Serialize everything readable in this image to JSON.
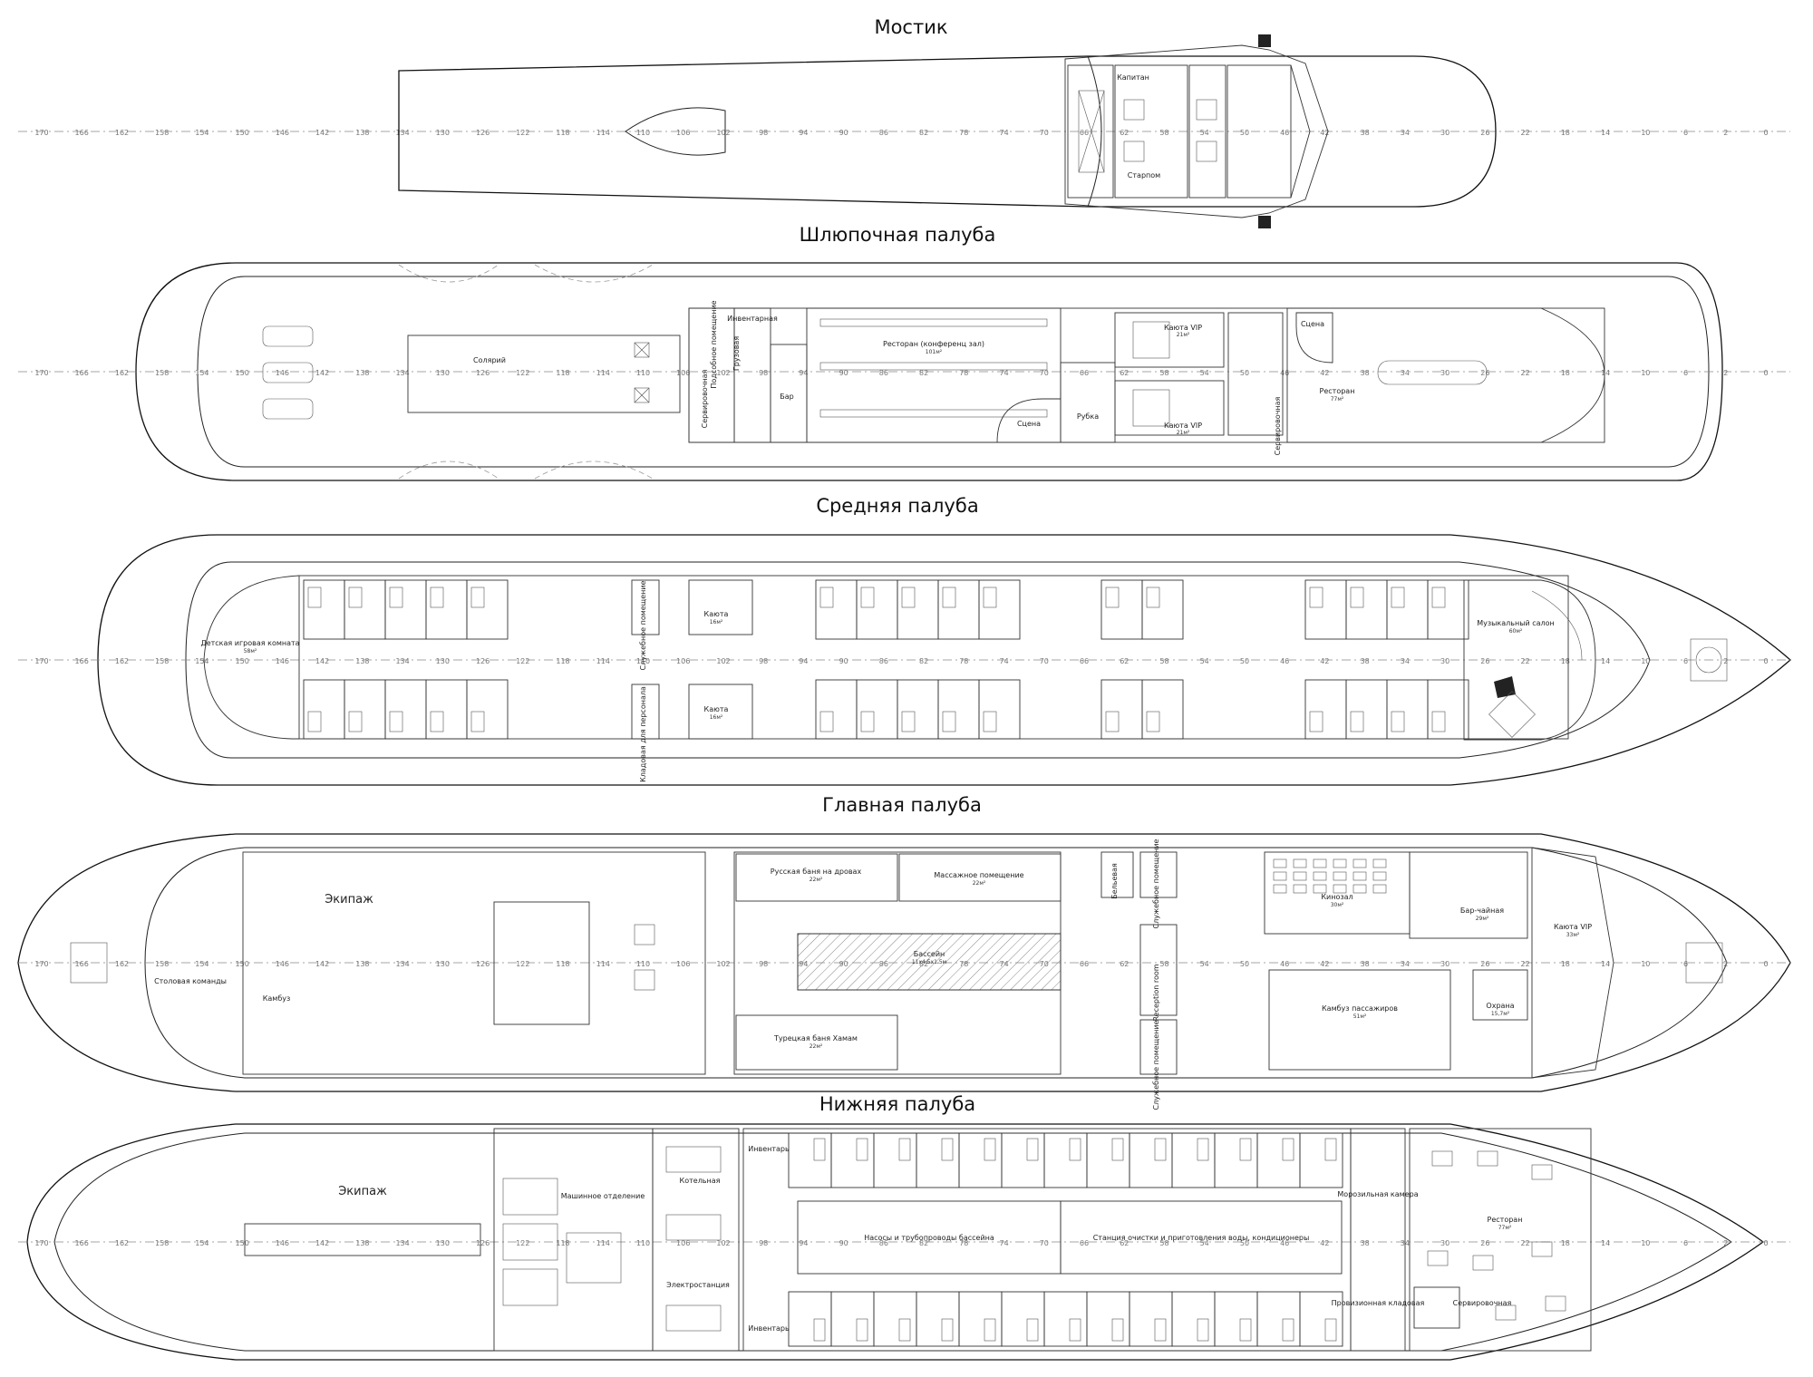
{
  "decks": [
    {
      "id": "bridge",
      "title": "Мостик",
      "rooms": [
        {
          "label": "Капитан"
        },
        {
          "label": "Старпом"
        }
      ]
    },
    {
      "id": "boat",
      "title": "Шлюпочная палуба",
      "rooms": [
        {
          "label": "Солярий"
        },
        {
          "label": "Инвентарная"
        },
        {
          "label": "Подсобное помещение"
        },
        {
          "label": "Грузовая"
        },
        {
          "label": "Сервировочная"
        },
        {
          "label": "Бар"
        },
        {
          "label": "Ресторан (конференц зал)",
          "area": "101м²"
        },
        {
          "label": "Сцена"
        },
        {
          "label": "Рубка"
        },
        {
          "label": "Каюта VIP",
          "area": "21м²"
        },
        {
          "label": "Каюта VIP",
          "area": "21м²"
        },
        {
          "label": "Сцена"
        },
        {
          "label": "Ресторан",
          "area": "77м²"
        },
        {
          "label": "Сервировочная"
        }
      ]
    },
    {
      "id": "middle",
      "title": "Средняя палуба",
      "rooms": [
        {
          "label": "Детская игровая комната",
          "area": "58м²"
        },
        {
          "label": "Служебное помещение"
        },
        {
          "label": "Кладовая для персонала"
        },
        {
          "label": "Каюта",
          "area": "16м²"
        },
        {
          "label": "Каюта",
          "area": "16м²"
        },
        {
          "label": "Музыкальный салон",
          "area": "60м²"
        }
      ]
    },
    {
      "id": "main",
      "title": "Главная палуба",
      "rooms": [
        {
          "label": "Экипаж"
        },
        {
          "label": "Столовая команды"
        },
        {
          "label": "Камбуз"
        },
        {
          "label": "Русская баня на дровах",
          "area": "22м²"
        },
        {
          "label": "Массажное помещение",
          "area": "22м²"
        },
        {
          "label": "Бассейн",
          "area": "11х4.5х1.5м"
        },
        {
          "label": "Турецкая баня Хамам",
          "area": "22м²"
        },
        {
          "label": "Бельевая"
        },
        {
          "label": "Служебное помещение"
        },
        {
          "label": "Reception room"
        },
        {
          "label": "Служебное помещение"
        },
        {
          "label": "Кинозал",
          "area": "30м²"
        },
        {
          "label": "Бар-чайная",
          "area": "29м²"
        },
        {
          "label": "Камбуз пассажиров",
          "area": "51м²"
        },
        {
          "label": "Каюта VIP",
          "area": "33м²"
        },
        {
          "label": "Охрана",
          "area": "15,7м²"
        }
      ]
    },
    {
      "id": "lower",
      "title": "Нижняя палуба",
      "rooms": [
        {
          "label": "Экипаж"
        },
        {
          "label": "Машинное отделение"
        },
        {
          "label": "Котельная"
        },
        {
          "label": "Электростанция"
        },
        {
          "label": "Инвентарь"
        },
        {
          "label": "Инвентарь"
        },
        {
          "label": "Насосы и трубопроводы бассейна"
        },
        {
          "label": "Станция очистки и приготовления воды, кондиционеры"
        },
        {
          "label": "Морозильная камера"
        },
        {
          "label": "Провизионная кладовая"
        },
        {
          "label": "Ресторан",
          "area": "77м²"
        },
        {
          "label": "Сервировочная"
        }
      ]
    }
  ],
  "frame_numbers": [
    "170",
    "166",
    "162",
    "158",
    "154",
    "150",
    "146",
    "142",
    "138",
    "134",
    "130",
    "126",
    "122",
    "118",
    "114",
    "110",
    "106",
    "102",
    "98",
    "94",
    "90",
    "86",
    "82",
    "78",
    "74",
    "70",
    "66",
    "62",
    "58",
    "54",
    "50",
    "46",
    "42",
    "38",
    "34",
    "30",
    "26",
    "22",
    "18",
    "14",
    "10",
    "6",
    "2",
    "0"
  ]
}
